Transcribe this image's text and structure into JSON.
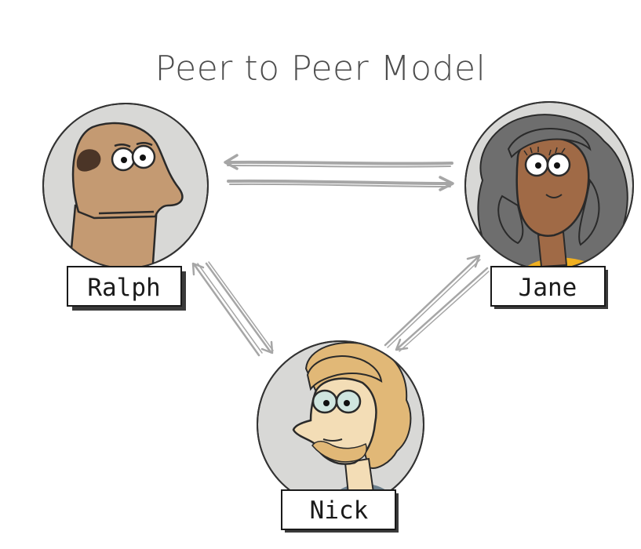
{
  "title": "Peer to Peer Model",
  "peers": [
    {
      "id": "ralph",
      "name": "Ralph"
    },
    {
      "id": "jane",
      "name": "Jane"
    },
    {
      "id": "nick",
      "name": "Nick"
    }
  ],
  "colors": {
    "arrow": "#a6a6a6",
    "circle_bg": "#d8d8d6",
    "ralph_skin": "#c49a72",
    "jane_skin": "#a06a46",
    "jane_hair": "#6e6e6e",
    "nick_skin": "#f3ddb6",
    "nick_hair": "#e1b877"
  }
}
